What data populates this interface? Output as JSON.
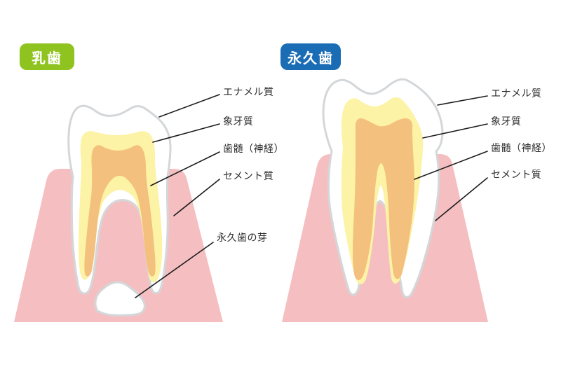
{
  "badges": {
    "left": {
      "label": "乳歯",
      "color": "#8fc31f"
    },
    "right": {
      "label": "永久歯",
      "color": "#1a6cb5"
    }
  },
  "labels": {
    "left": [
      "エナメル質",
      "象牙質",
      "歯髄（神経）",
      "セメント質",
      "永久歯の芽"
    ],
    "right": [
      "エナメル質",
      "象牙質",
      "歯髄（神経）",
      "セメント質"
    ]
  },
  "colors": {
    "background": "#ffffff",
    "gum": "#f5bfc2",
    "tooth_body": "#ffffff",
    "dentin": "#fcf3a6",
    "pulp": "#f4c07d",
    "outline": "#d4d7d9",
    "leader_line": "#1c1c1c",
    "label_text": "#2a2a2a",
    "badge_text": "#ffffff"
  }
}
